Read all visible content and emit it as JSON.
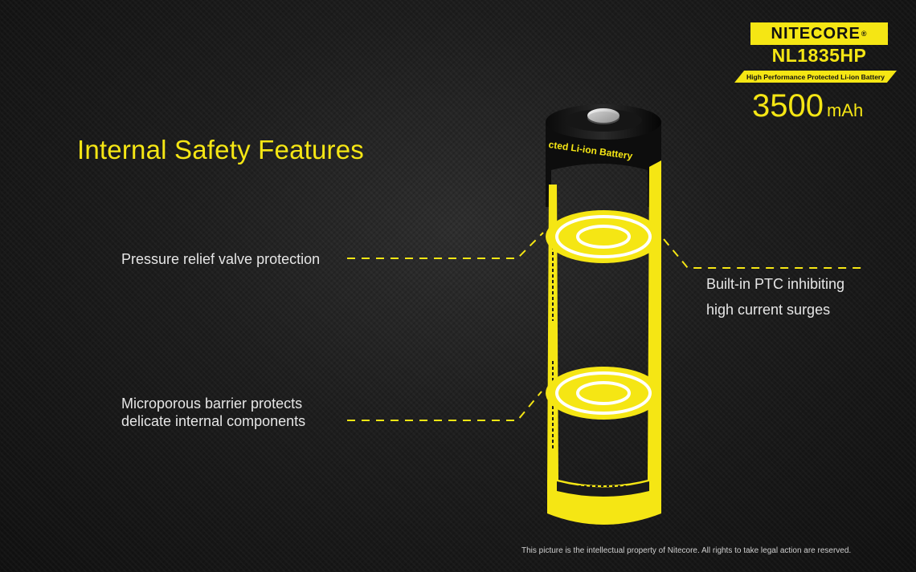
{
  "heading": "Internal Safety Features",
  "brand": {
    "name": "NITECORE",
    "registered_mark": "®",
    "model": "NL1835HP",
    "tagline": "High Performance Protected Li-ion Battery",
    "capacity_value": "3500",
    "capacity_unit": "mAh"
  },
  "battery_print": {
    "top_text": "cted Li-ion Battery"
  },
  "callouts": {
    "pressure_relief": "Pressure relief valve protection",
    "ptc_line1": "Built-in PTC inhibiting",
    "ptc_line2": "high current surges",
    "microporous_line1": "Microporous barrier protects",
    "microporous_line2": "delicate internal components"
  },
  "footer": {
    "copyright": "This picture is the intellectual property of Nitecore. All rights to take legal action are reserved."
  },
  "colors": {
    "accent": "#f5e614",
    "background": "#1d1d1d",
    "text": "#e6e6e6"
  }
}
